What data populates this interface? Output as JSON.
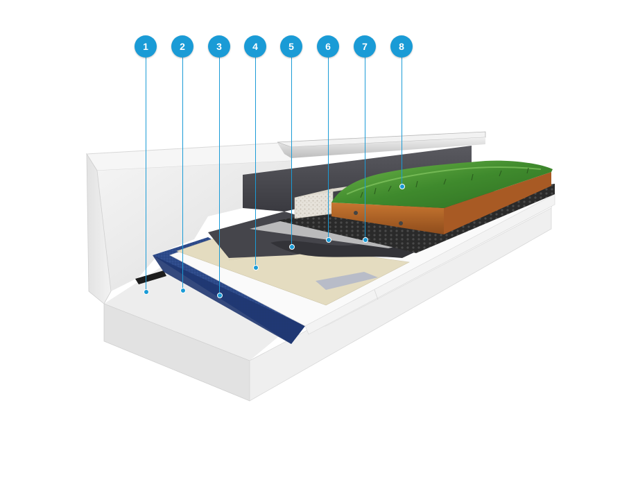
{
  "diagram": {
    "callouts": [
      {
        "id": "1",
        "label": "1"
      },
      {
        "id": "2",
        "label": "2"
      },
      {
        "id": "3",
        "label": "3"
      },
      {
        "id": "4",
        "label": "4"
      },
      {
        "id": "5",
        "label": "5"
      },
      {
        "id": "6",
        "label": "6"
      },
      {
        "id": "7",
        "label": "7"
      },
      {
        "id": "8",
        "label": "8"
      }
    ],
    "colors": {
      "accent": "#1a9bd6",
      "concrete": "#e8e8e8",
      "vapour_barrier": "#2d4a8a",
      "insulation": "#e4dcc0",
      "membrane": "#3f3f44",
      "drainage": "#2a2a2a",
      "soil": "#b8662a",
      "vegetation": "#4f9a3a"
    }
  }
}
